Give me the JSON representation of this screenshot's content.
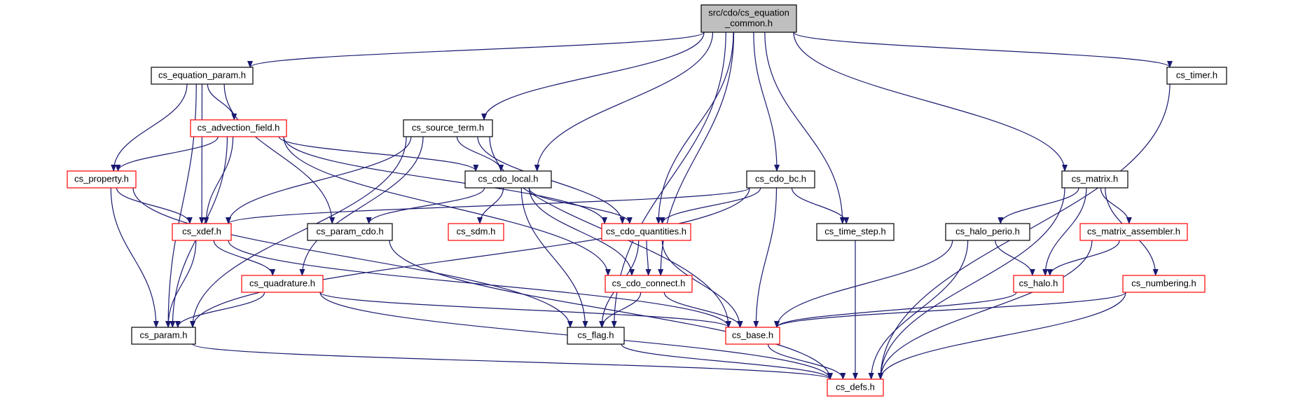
{
  "colors": {
    "edge": "#191970",
    "node_border_normal": "#000000",
    "node_border_truncated": "#ff0000",
    "root_fill": "#bfbfbf",
    "background": "#ffffff"
  },
  "nodes": [
    {
      "id": "root",
      "lines": [
        "src/cdo/cs_equation",
        "_common.h"
      ],
      "style": "root"
    },
    {
      "id": "equation_param",
      "lines": [
        "cs_equation_param.h"
      ],
      "style": "normal"
    },
    {
      "id": "timer",
      "lines": [
        "cs_timer.h"
      ],
      "style": "normal"
    },
    {
      "id": "advection_field",
      "lines": [
        "cs_advection_field.h"
      ],
      "style": "red"
    },
    {
      "id": "source_term",
      "lines": [
        "cs_source_term.h"
      ],
      "style": "normal"
    },
    {
      "id": "property",
      "lines": [
        "cs_property.h"
      ],
      "style": "red"
    },
    {
      "id": "cdo_local",
      "lines": [
        "cs_cdo_local.h"
      ],
      "style": "normal"
    },
    {
      "id": "cdo_bc",
      "lines": [
        "cs_cdo_bc.h"
      ],
      "style": "normal"
    },
    {
      "id": "matrix",
      "lines": [
        "cs_matrix.h"
      ],
      "style": "normal"
    },
    {
      "id": "xdef",
      "lines": [
        "cs_xdef.h"
      ],
      "style": "red"
    },
    {
      "id": "param_cdo",
      "lines": [
        "cs_param_cdo.h"
      ],
      "style": "normal"
    },
    {
      "id": "sdm",
      "lines": [
        "cs_sdm.h"
      ],
      "style": "red"
    },
    {
      "id": "cdo_quantities",
      "lines": [
        "cs_cdo_quantities.h"
      ],
      "style": "red"
    },
    {
      "id": "time_step",
      "lines": [
        "cs_time_step.h"
      ],
      "style": "normal"
    },
    {
      "id": "halo_perio",
      "lines": [
        "cs_halo_perio.h"
      ],
      "style": "normal"
    },
    {
      "id": "matrix_assembler",
      "lines": [
        "cs_matrix_assembler.h"
      ],
      "style": "red"
    },
    {
      "id": "quadrature",
      "lines": [
        "cs_quadrature.h"
      ],
      "style": "red"
    },
    {
      "id": "cdo_connect",
      "lines": [
        "cs_cdo_connect.h"
      ],
      "style": "red"
    },
    {
      "id": "halo",
      "lines": [
        "cs_halo.h"
      ],
      "style": "red"
    },
    {
      "id": "numbering",
      "lines": [
        "cs_numbering.h"
      ],
      "style": "red"
    },
    {
      "id": "param",
      "lines": [
        "cs_param.h"
      ],
      "style": "normal"
    },
    {
      "id": "flag",
      "lines": [
        "cs_flag.h"
      ],
      "style": "normal"
    },
    {
      "id": "base",
      "lines": [
        "cs_base.h"
      ],
      "style": "red"
    },
    {
      "id": "defs",
      "lines": [
        "cs_defs.h"
      ],
      "style": "red"
    }
  ],
  "edges": [
    [
      "root",
      "equation_param"
    ],
    [
      "root",
      "source_term"
    ],
    [
      "root",
      "cdo_local"
    ],
    [
      "root",
      "cdo_quantities"
    ],
    [
      "root",
      "cdo_connect"
    ],
    [
      "root",
      "cdo_bc"
    ],
    [
      "root",
      "time_step"
    ],
    [
      "root",
      "flag"
    ],
    [
      "root",
      "matrix"
    ],
    [
      "root",
      "timer"
    ],
    [
      "equation_param",
      "param"
    ],
    [
      "equation_param",
      "advection_field"
    ],
    [
      "equation_param",
      "property"
    ],
    [
      "equation_param",
      "xdef"
    ],
    [
      "equation_param",
      "param_cdo"
    ],
    [
      "advection_field",
      "property"
    ],
    [
      "advection_field",
      "xdef"
    ],
    [
      "advection_field",
      "param"
    ],
    [
      "advection_field",
      "cdo_local"
    ],
    [
      "advection_field",
      "cdo_quantities"
    ],
    [
      "advection_field",
      "cdo_connect"
    ],
    [
      "source_term",
      "param"
    ],
    [
      "source_term",
      "xdef"
    ],
    [
      "source_term",
      "quadrature"
    ],
    [
      "source_term",
      "cdo_local"
    ],
    [
      "source_term",
      "cdo_quantities"
    ],
    [
      "source_term",
      "base"
    ],
    [
      "property",
      "xdef"
    ],
    [
      "property",
      "param"
    ],
    [
      "property",
      "flag"
    ],
    [
      "cdo_local",
      "param_cdo"
    ],
    [
      "cdo_local",
      "sdm"
    ],
    [
      "cdo_local",
      "cdo_quantities"
    ],
    [
      "cdo_local",
      "cdo_connect"
    ],
    [
      "cdo_local",
      "flag"
    ],
    [
      "cdo_bc",
      "xdef"
    ],
    [
      "cdo_bc",
      "cdo_quantities"
    ],
    [
      "cdo_bc",
      "time_step"
    ],
    [
      "cdo_bc",
      "param"
    ],
    [
      "cdo_bc",
      "base"
    ],
    [
      "xdef",
      "quadrature"
    ],
    [
      "xdef",
      "param"
    ],
    [
      "xdef",
      "base"
    ],
    [
      "param_cdo",
      "defs"
    ],
    [
      "cdo_quantities",
      "flag"
    ],
    [
      "cdo_quantities",
      "cdo_connect"
    ],
    [
      "cdo_quantities",
      "base"
    ],
    [
      "quadrature",
      "param"
    ],
    [
      "quadrature",
      "base"
    ],
    [
      "quadrature",
      "defs"
    ],
    [
      "cdo_connect",
      "flag"
    ],
    [
      "cdo_connect",
      "base"
    ],
    [
      "param",
      "defs"
    ],
    [
      "flag",
      "defs"
    ],
    [
      "base",
      "defs"
    ],
    [
      "time_step",
      "defs"
    ],
    [
      "matrix",
      "halo_perio"
    ],
    [
      "matrix",
      "halo"
    ],
    [
      "matrix",
      "matrix_assembler"
    ],
    [
      "matrix",
      "numbering"
    ],
    [
      "matrix",
      "defs"
    ],
    [
      "halo_perio",
      "halo"
    ],
    [
      "halo_perio",
      "base"
    ],
    [
      "halo_perio",
      "defs"
    ],
    [
      "matrix_assembler",
      "halo"
    ],
    [
      "matrix_assembler",
      "defs"
    ],
    [
      "halo",
      "base"
    ],
    [
      "numbering",
      "base"
    ],
    [
      "numbering",
      "defs"
    ],
    [
      "timer",
      "defs"
    ]
  ]
}
